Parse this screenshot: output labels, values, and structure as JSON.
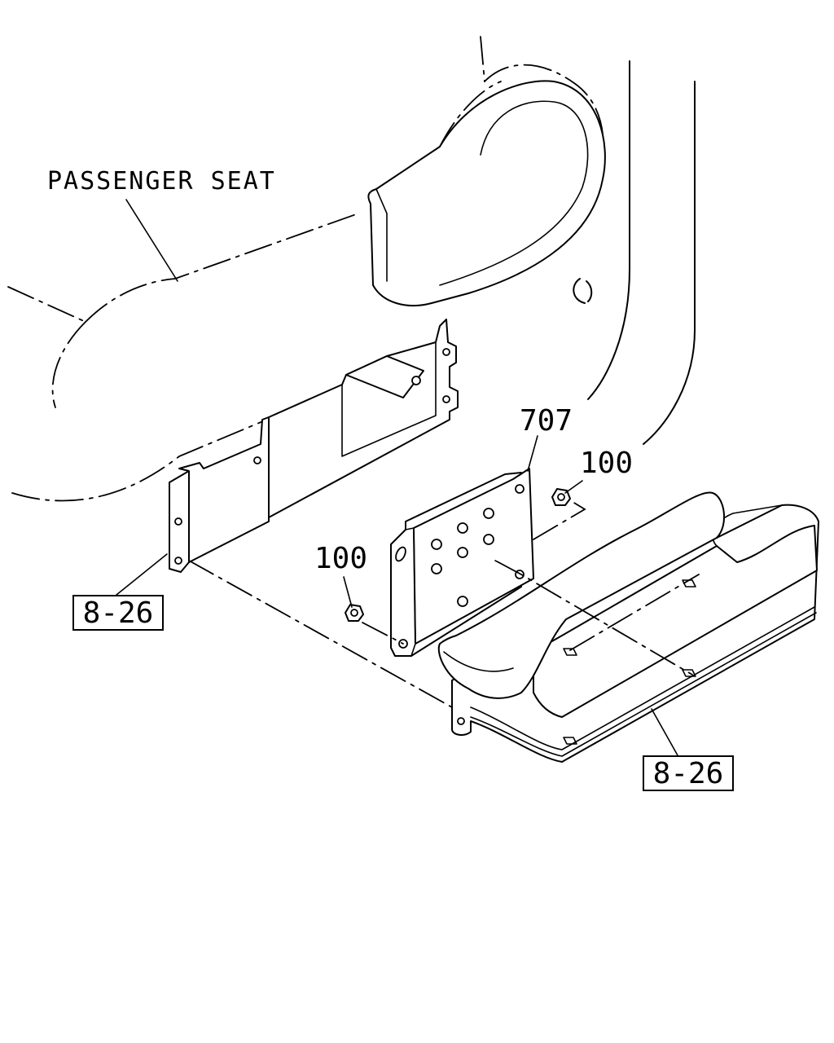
{
  "labels": {
    "passenger_seat": "PASSENGER SEAT",
    "part_707": "707",
    "part_100_right": "100",
    "part_100_left": "100",
    "ref_left": "8-26",
    "ref_right": "8-26"
  }
}
